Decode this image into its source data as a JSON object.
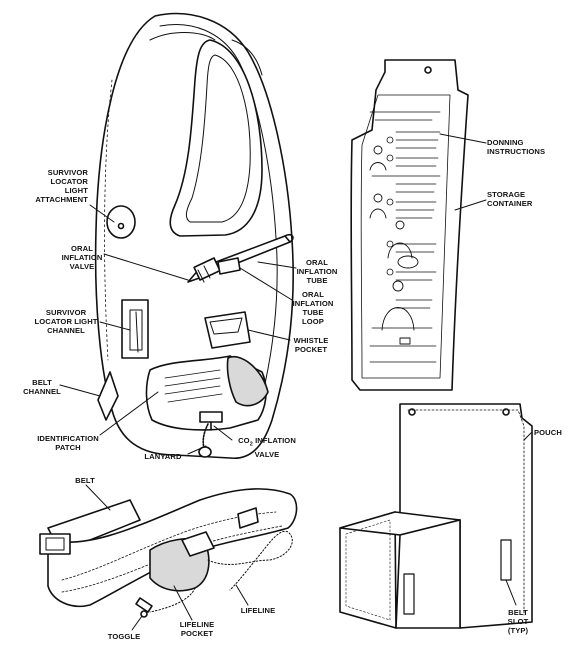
{
  "labels": {
    "survivor_locator_light_attachment": "SURVIVOR\nLOCATOR\nLIGHT\nATTACHMENT",
    "oral_inflation_valve": "ORAL\nINFLATION\nVALVE",
    "oral_inflation_tube": "ORAL\nINFLATION\nTUBE",
    "oral_inflation_tube_loop": "ORAL\nINFLATION\nTUBE\nLOOP",
    "survivor_locator_light_channel": "SURVIVOR\nLOCATOR LIGHT\nCHANNEL",
    "whistle_pocket": "WHISTLE\nPOCKET",
    "belt_channel": "BELT\nCHANNEL",
    "identification_patch": "IDENTIFICATION\nPATCH",
    "lanyard": "LANYARD",
    "co2_inflation_valve_prefix": "CO",
    "co2_inflation_valve_sub": "2",
    "co2_inflation_valve_suffix": " INFLATION\nVALVE",
    "donning_instructions": "DONNING\nINSTRUCTIONS",
    "storage_container": "STORAGE\nCONTAINER",
    "pouch": "POUCH",
    "belt": "BELT",
    "lifeline_pocket": "LIFELINE\nPOCKET",
    "lifeline": "LIFELINE",
    "toggle": "TOGGLE",
    "belt_slot_typ": "BELT\nSLOT\n(TYP)"
  },
  "colors": {
    "ink": "#111111",
    "background": "#ffffff",
    "shade": "#d9d9d9"
  }
}
